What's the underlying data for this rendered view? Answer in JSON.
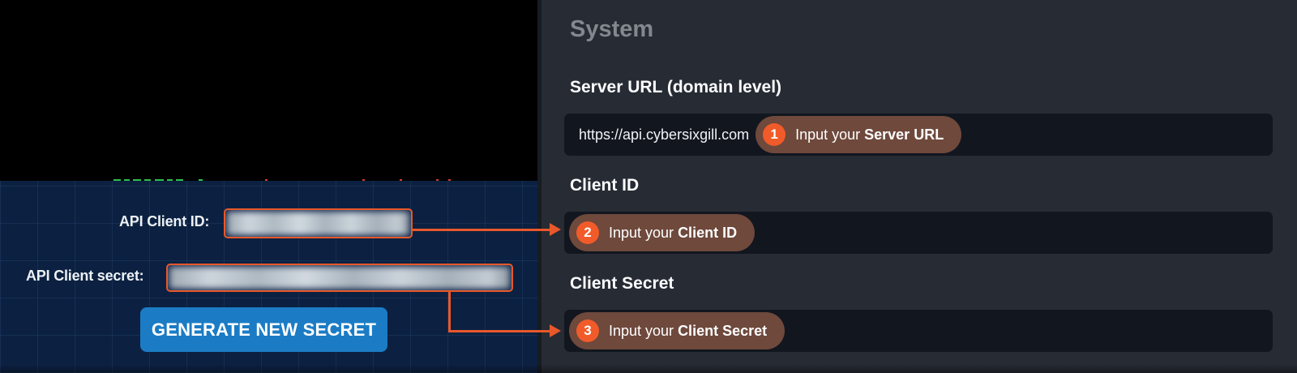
{
  "left_screenshot": {
    "api_client_id_label": "API Client ID:",
    "api_client_secret_label": "API Client secret:",
    "generate_button_label": "GENERATE NEW SECRET"
  },
  "panel": {
    "title": "System",
    "fields": [
      {
        "label": "Server URL (domain level)",
        "value": "https://api.cybersixgill.com",
        "badge_number": "1",
        "hint_prefix": "Input your ",
        "hint_bold": "Server URL"
      },
      {
        "label": "Client ID",
        "value": "",
        "badge_number": "2",
        "hint_prefix": "Input your ",
        "hint_bold": "Client ID"
      },
      {
        "label": "Client Secret",
        "value": "",
        "badge_number": "3",
        "hint_prefix": "Input your ",
        "hint_bold": "Client Secret"
      }
    ]
  },
  "colors": {
    "accent_orange": "#e8582b",
    "badge_orange": "#f15b2a",
    "pill_brown": "#6e493c",
    "panel_bg": "#272b34",
    "input_bg": "#12161f",
    "navy_bg": "#0c2141",
    "button_blue": "#1b7cc5",
    "title_gray": "#83888f"
  }
}
